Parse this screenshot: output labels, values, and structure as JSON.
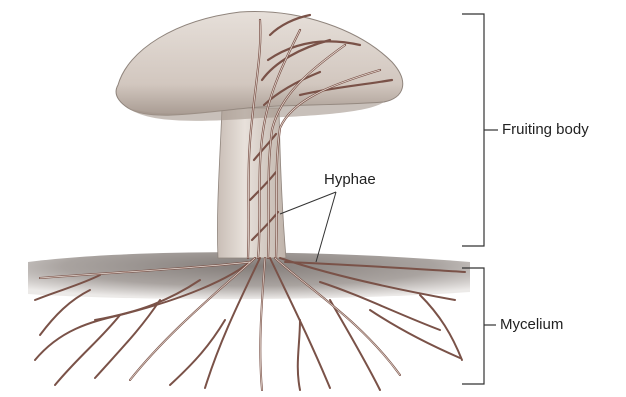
{
  "labels": {
    "hyphae": "Hyphae",
    "fruiting_body": "Fruiting body",
    "mycelium": "Mycelium"
  },
  "colors": {
    "cap_fill": "#dcd3cc",
    "cap_shadow": "#b6aaa1",
    "stalk_fill": "#d9d0c9",
    "soil": "#8d8682",
    "hypha_stroke": "#7a5248",
    "hypha_fill": "#e9ddd6",
    "bracket": "#333333",
    "text": "#222222"
  }
}
